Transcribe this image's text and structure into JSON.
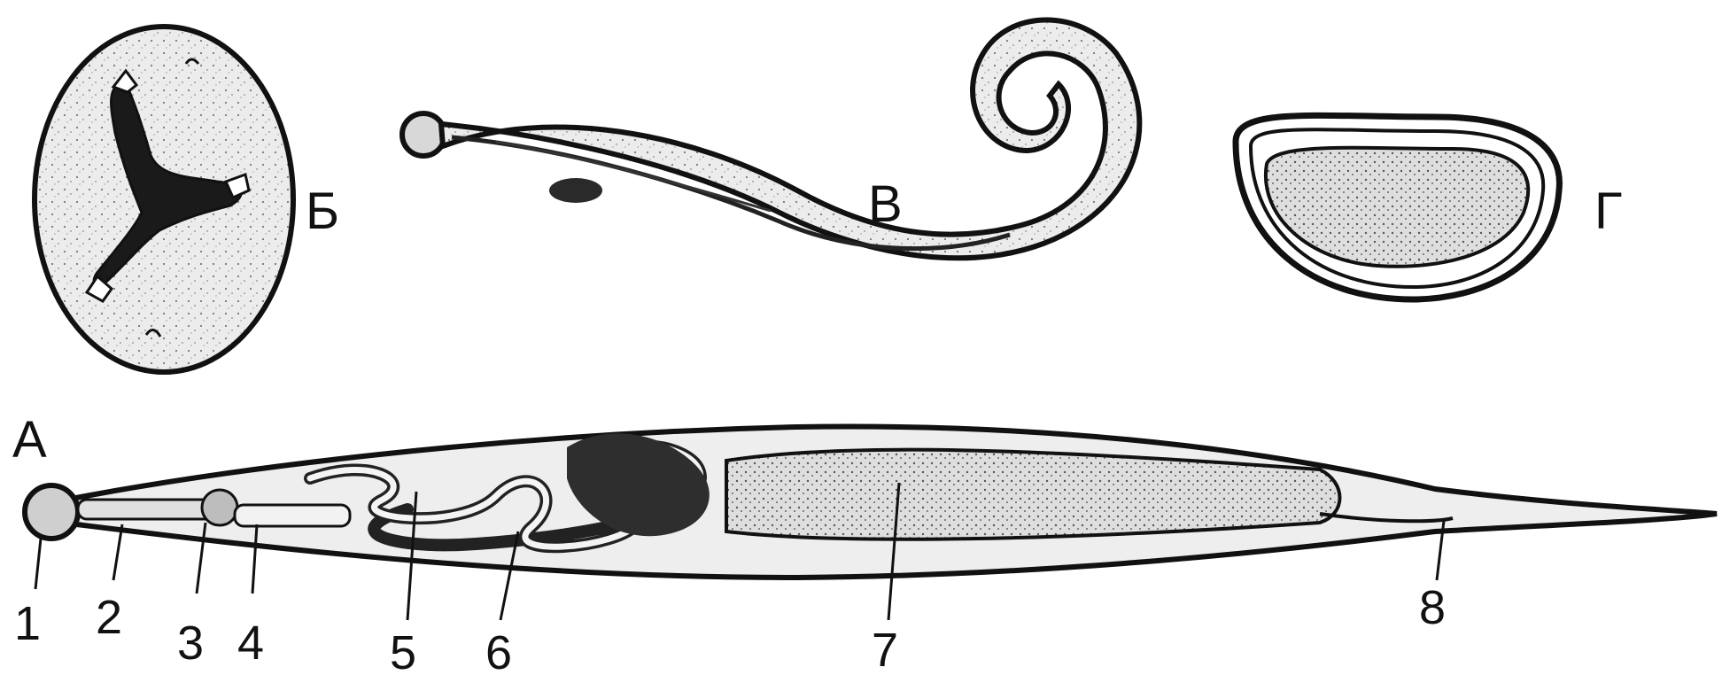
{
  "figure": {
    "panel_labels": {
      "a": "А",
      "b": "Б",
      "v": "В",
      "g": "Г"
    },
    "part_numbers": [
      "1",
      "2",
      "3",
      "4",
      "5",
      "6",
      "7",
      "8"
    ]
  },
  "colors": {
    "ink": "#111111",
    "body_fill": "#e9e9e9",
    "organ_fill": "#3a3a3a",
    "paper": "#ffffff"
  }
}
